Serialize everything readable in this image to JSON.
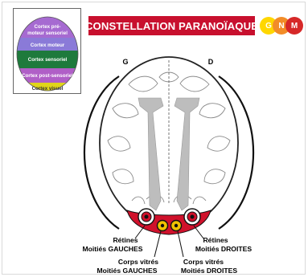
{
  "title": "CONSTELLATION PARANOÏAQUE",
  "logo": {
    "letters": [
      "G",
      "N",
      "M"
    ],
    "colors": [
      "#ffd700",
      "#f28c28",
      "#d62828"
    ]
  },
  "thumbnail": {
    "regions": [
      {
        "label": "Cortex pré-",
        "color": "#a66ad1"
      },
      {
        "label": "moteur sensoriel",
        "color": "#a66ad1"
      },
      {
        "label": "Cortex moteur",
        "color": "#8a7ad8"
      },
      {
        "label": "Cortex sensoriel",
        "color": "#1e7a3c"
      },
      {
        "label": "Cortex post-sensoriel",
        "color": "#b05fc7"
      },
      {
        "label": "Cortex visuel",
        "color": "#e0d51a"
      }
    ]
  },
  "diagram": {
    "left_label": "G",
    "right_label": "D",
    "retinas_left": {
      "line1": "Rétines",
      "line2": "Moitiés GAUCHES"
    },
    "retinas_right": {
      "line1": "Rétines",
      "line2": "Moitiés DROITES"
    },
    "vitreous_left": {
      "line1": "Corps vitrés",
      "line2": "Moitiés GAUCHES"
    },
    "vitreous_right": {
      "line1": "Corps vitrés",
      "line2": "Moitiés DROITES"
    },
    "colors": {
      "red": "#d0112b",
      "yellow": "#f2c200",
      "gray": "#bdbdbd"
    }
  }
}
